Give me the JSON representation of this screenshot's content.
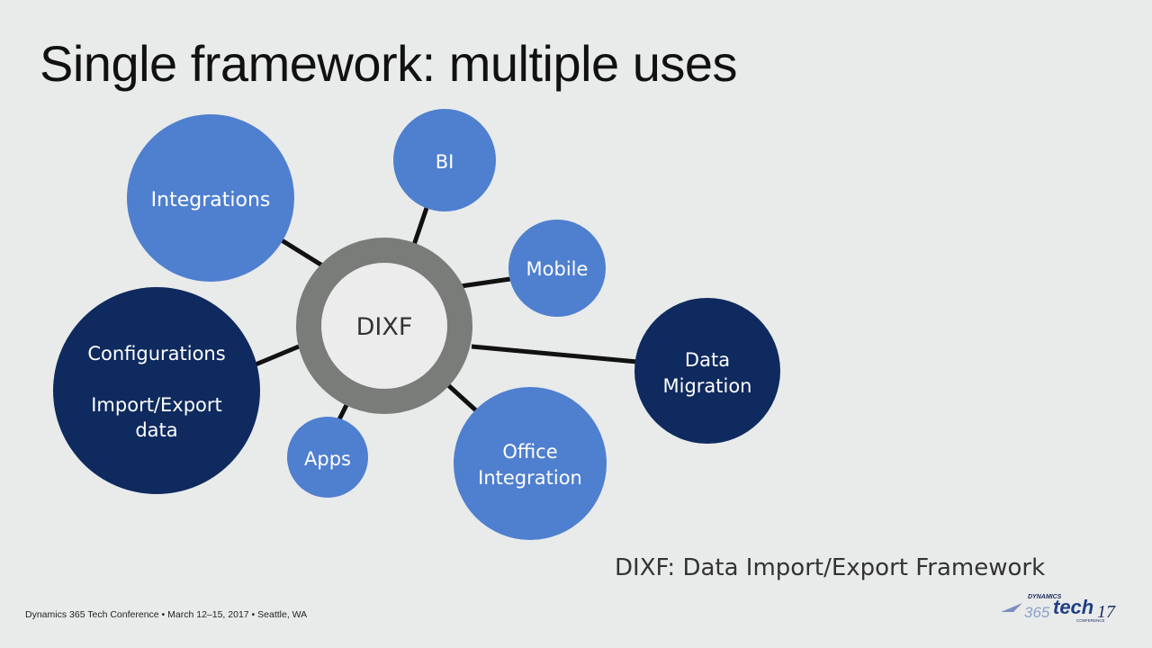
{
  "slide": {
    "title": "Single framework: multiple uses",
    "legend": "DIXF: Data Import/Export Framework",
    "footer": "Dynamics 365 Tech Conference  •  March 12–15, 2017  •  Seattle, WA",
    "logo": {
      "line1": "DYNAMICS",
      "brand_num": "365",
      "brand_word": "tech",
      "year": "17",
      "sub": "CONFERENCE"
    }
  },
  "diagram": {
    "hub": {
      "label": "DIXF"
    },
    "nodes": [
      {
        "id": "integrations",
        "lines": [
          "Integrations"
        ],
        "color": "#4f7fcf"
      },
      {
        "id": "bi",
        "lines": [
          "BI"
        ],
        "color": "#4f7fcf"
      },
      {
        "id": "mobile",
        "lines": [
          "Mobile"
        ],
        "color": "#4f7fcf"
      },
      {
        "id": "configurations",
        "lines": [
          "Configurations",
          "",
          "Import/Export",
          "data"
        ],
        "color": "#0f2a5e"
      },
      {
        "id": "data-migration",
        "lines": [
          "Data",
          "Migration"
        ],
        "color": "#0f2a5e"
      },
      {
        "id": "apps",
        "lines": [
          "Apps"
        ],
        "color": "#4f7fcf"
      },
      {
        "id": "office-integration",
        "lines": [
          "Office",
          "Integration"
        ],
        "color": "#4f7fcf"
      }
    ],
    "colors": {
      "light": "#4f7fcf",
      "dark": "#0f2a5e",
      "hub_ring": "#7a7c7a",
      "hub_fill": "#ececec",
      "connector": "#111111"
    }
  }
}
